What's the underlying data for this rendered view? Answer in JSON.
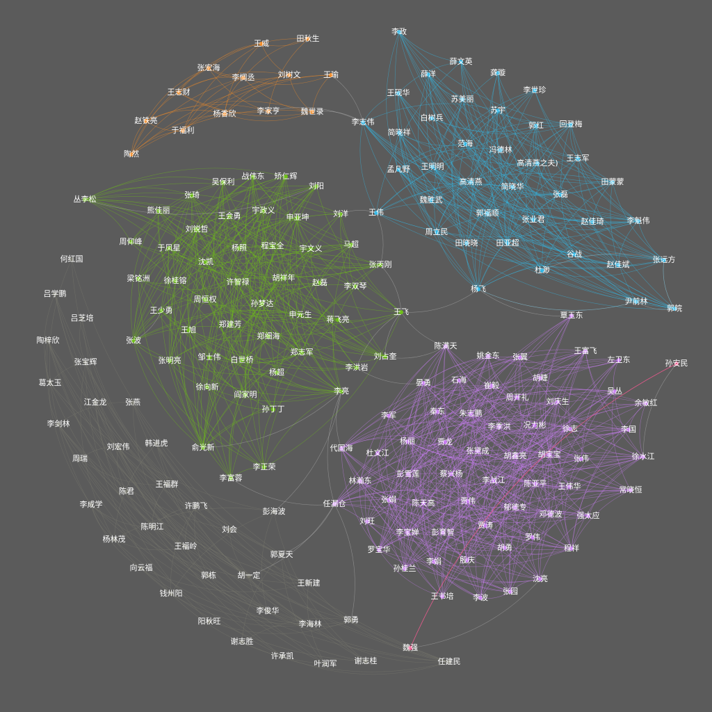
{
  "palette": {
    "orange": "#f28c28",
    "cyan": "#33b9e8",
    "green": "#6fbf1a",
    "purple": "#c97ef2",
    "gray": "#7a7a70",
    "pink": "#ef4f88",
    "background": "#5b5b5b"
  },
  "communities": [
    {
      "id": "orange",
      "color": "orange",
      "nodes": [
        "王威",
        "田秋生",
        "张宏海",
        "李惆丞",
        "刘树文",
        "王瑜",
        "王志财",
        "杨香欣",
        "李家亨",
        "魏世录",
        "赵铁亮",
        "于福利",
        "陶然"
      ]
    },
    {
      "id": "cyan",
      "color": "cyan",
      "nodes": [
        "李政",
        "薛文英",
        "薛洋",
        "龚璇",
        "王砚华",
        "李世珍",
        "苏美丽",
        "苏宇",
        "白树兵",
        "郭红",
        "回登梅",
        "李志伟",
        "简晓祥",
        "范海",
        "冯德林",
        "王志军",
        "高清燕之夫)",
        "孟凡野",
        "王明明",
        "高清燕",
        "简晓华",
        "田蒙蒙",
        "张磊",
        "魏胜武",
        "郭福顺",
        "王伟",
        "张业君",
        "赵佳琦",
        "李魁伟",
        "周立民",
        "田晓晓",
        "田亚超",
        "谷战",
        "赵佳斌",
        "杜渺",
        "张远方",
        "杨飞",
        "尹前林",
        "郭皖"
      ]
    },
    {
      "id": "green",
      "color": "green",
      "nodes": [
        "战伟东",
        "矫仁辉",
        "吴保利",
        "刘阳",
        "张琦",
        "熊佳丽",
        "王会勇",
        "宇政义",
        "申亚坤",
        "刘洋",
        "刘锐哲",
        "周仰峰",
        "于凤星",
        "杨照",
        "程宝全",
        "宇文义",
        "马超",
        "沈凯",
        "张丙刚",
        "梁铭洲",
        "徐桂镕",
        "许智禄",
        "胡祥年",
        "赵磊",
        "李双琴",
        "周恒权",
        "孙梦达",
        "王少勇",
        "申元生",
        "蒋飞亮",
        "王旭",
        "郑建芳",
        "郑细海",
        "张波",
        "邹士伟",
        "白世桥",
        "郑志军",
        "刘占奎",
        "张明亮",
        "李洪岩",
        "杨超",
        "徐向新",
        "阎家明",
        "李亮",
        "孙丁丁",
        "俞光新",
        "李正荣",
        "李富蓉",
        "王飞",
        "丛李松"
      ]
    },
    {
      "id": "purple",
      "color": "purple",
      "nodes": [
        "覃玉东",
        "陈满天",
        "姚金东",
        "张翼",
        "王富飞",
        "左卫东",
        "胡睫",
        "晏勇",
        "石海",
        "崔毅",
        "周开礼",
        "刘庆生",
        "吴丛",
        "余敏红",
        "李军",
        "秦东",
        "朱志鹏",
        "李季洪",
        "况力彬",
        "徐志",
        "李国",
        "杨丽",
        "贾龙",
        "代国海",
        "杜文江",
        "张黛成",
        "胡鑫亮",
        "胡宝宝",
        "张伟",
        "徐水江",
        "彭雪莲",
        "蔡兴杨",
        "李战江",
        "陈亚平",
        "王伟华",
        "常晓恒",
        "林瀚东",
        "张娟",
        "陈天高",
        "贾伟",
        "郁德专",
        "邓德波",
        "强太应",
        "刘旺",
        "李宝婵",
        "彭育智",
        "贾涛",
        "罗伟",
        "罗宝华",
        "胡勇",
        "程祥",
        "孙桂兰",
        "李娟",
        "殷庆",
        "沈亮",
        "王书培",
        "李波",
        "张园",
        "任漏仓"
      ]
    },
    {
      "id": "gray",
      "color": "gray",
      "nodes": [
        "何红国",
        "吕学鹏",
        "吕芝培",
        "陶梓欣",
        "张宝辉",
        "葛太玉",
        "江金龙",
        "张燕",
        "李剑林",
        "刘宏伟",
        "韩进虎",
        "周瑞",
        "陈君",
        "王福群",
        "李成学",
        "许鹏飞",
        "陈明江",
        "刘会",
        "彭海波",
        "杨林茂",
        "王福岭",
        "向云福",
        "郭栋",
        "胡一定",
        "钱州阳",
        "郭夏天",
        "王新建",
        "李俊华",
        "阳秋旺",
        "李海林",
        "郭勇",
        "谢志胜",
        "许承凯",
        "叶润军",
        "谢志桂",
        "任建民"
      ]
    },
    {
      "id": "pink",
      "color": "pink",
      "nodes": [
        "孙安民",
        "魏强"
      ]
    }
  ],
  "bridges": [
    [
      "李志伟",
      "魏世录"
    ],
    [
      "李志伟",
      "李家亨"
    ],
    [
      "李志伟",
      "王瑜"
    ],
    [
      "王伟",
      "刘洋"
    ],
    [
      "张丙刚",
      "王伟"
    ],
    [
      "王飞",
      "杨飞"
    ],
    [
      "王飞",
      "陈满天"
    ],
    [
      "王飞",
      "李洪岩"
    ],
    [
      "王飞",
      "刘占奎"
    ],
    [
      "杨飞",
      "尹前林"
    ],
    [
      "杨飞",
      "覃玉东"
    ],
    [
      "李亮",
      "任漏仓"
    ],
    [
      "李亮",
      "代国海"
    ],
    [
      "李洪岩",
      "晏勇"
    ],
    [
      "刘占奎",
      "陈满天"
    ],
    [
      "孙安民",
      "徐水江"
    ],
    [
      "孙安民",
      "魏强"
    ],
    [
      "魏强",
      "沈亮"
    ],
    [
      "丛李松",
      "刘阳"
    ],
    [
      "张波",
      "王少勇"
    ],
    [
      "胡一定",
      "任漏仓"
    ],
    [
      "郭夏天",
      "任漏仓"
    ],
    [
      "郭勇",
      "任漏仓"
    ],
    [
      "彭海波",
      "李亮"
    ],
    [
      "李富蓉",
      "任漏仓"
    ],
    [
      "张远方",
      "郭皖"
    ],
    [
      "尹前林",
      "郭皖"
    ],
    [
      "张远方",
      "杜渺"
    ],
    [
      "俞光新",
      "李亮"
    ],
    [
      "王飞",
      "张丙刚"
    ]
  ]
}
